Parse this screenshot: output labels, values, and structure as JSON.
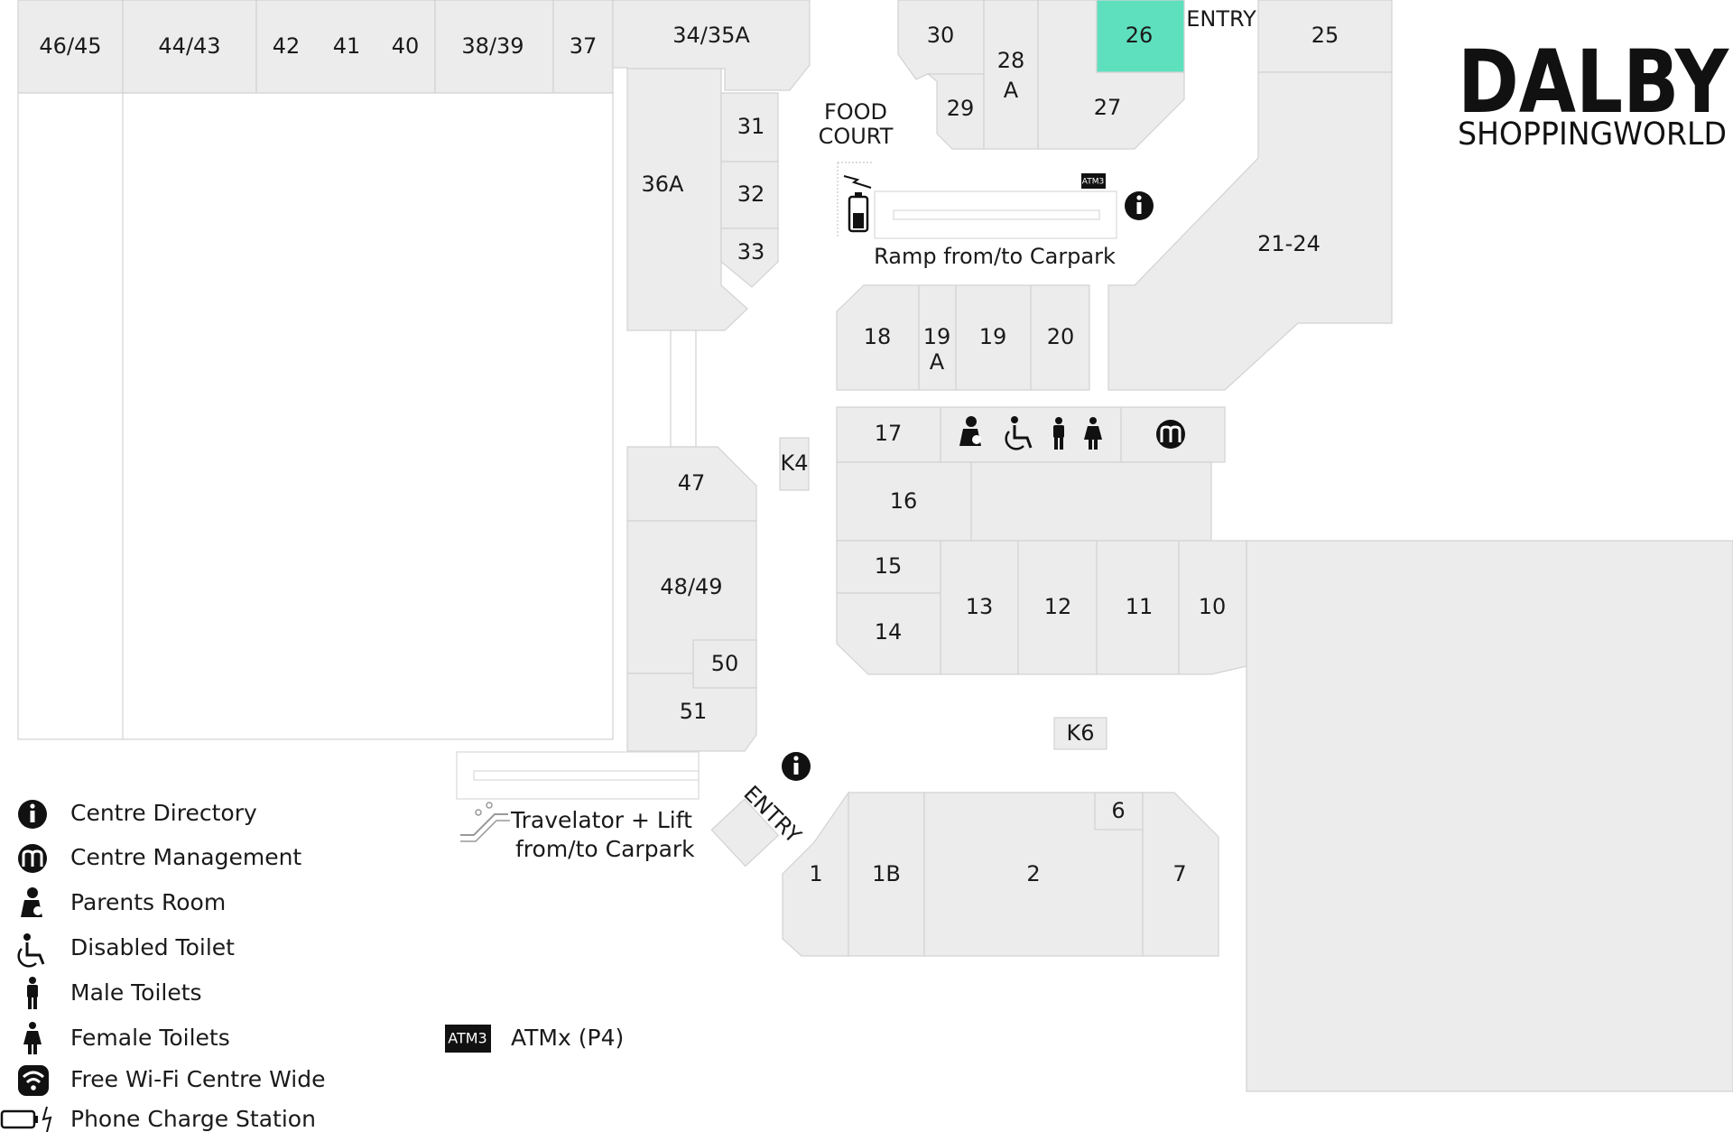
{
  "logo": {
    "main": "DALBY",
    "sub": "SHOPPINGWORLD"
  },
  "highlight_color": "#5ee0bf",
  "shops": {
    "s46_45": "46/45",
    "s44_43": "44/43",
    "s42": "42",
    "s41": "41",
    "s40": "40",
    "s38_39": "38/39",
    "s37": "37",
    "s34_35a": "34/35A",
    "s36a": "36A",
    "s31": "31",
    "s32": "32",
    "s33": "33",
    "s30": "30",
    "s29": "29",
    "s28a_num": "28",
    "s28a_suffix": "A",
    "s27": "27",
    "s26": "26",
    "s25": "25",
    "s21_24": "21-24",
    "s18": "18",
    "s19a_num": "19",
    "s19a_suffix": "A",
    "s19": "19",
    "s20": "20",
    "s17": "17",
    "s16": "16",
    "s15": "15",
    "s14": "14",
    "s13": "13",
    "s12": "12",
    "s11": "11",
    "s10": "10",
    "s47": "47",
    "s48_49": "48/49",
    "s50": "50",
    "s51": "51",
    "k4": "K4",
    "k6": "K6",
    "s1": "1",
    "s1b": "1B",
    "s2": "2",
    "s6": "6",
    "s7": "7"
  },
  "labels": {
    "entry_top": "ENTRY",
    "entry_bottom": "ENTRY",
    "food_court_1": "FOOD",
    "food_court_2": "COURT",
    "ramp": "Ramp from/to Carpark",
    "travelator_1": "Travelator + Lift",
    "travelator_2": "from/to Carpark",
    "atm_badge": "ATM3"
  },
  "legend": [
    {
      "icon": "info-icon",
      "label": "Centre Directory"
    },
    {
      "icon": "management-icon",
      "label": "Centre Management"
    },
    {
      "icon": "parents-room-icon",
      "label": "Parents Room"
    },
    {
      "icon": "disabled-toilet-icon",
      "label": "Disabled Toilet"
    },
    {
      "icon": "male-toilet-icon",
      "label": "Male Toilets"
    },
    {
      "icon": "female-toilet-icon",
      "label": "Female Toilets"
    },
    {
      "icon": "wifi-icon",
      "label": "Free Wi-Fi Centre Wide"
    },
    {
      "icon": "phone-charge-icon",
      "label": "Phone Charge Station"
    }
  ],
  "atm_legend": {
    "badge": "ATM3",
    "label": "ATMx (P4)"
  }
}
